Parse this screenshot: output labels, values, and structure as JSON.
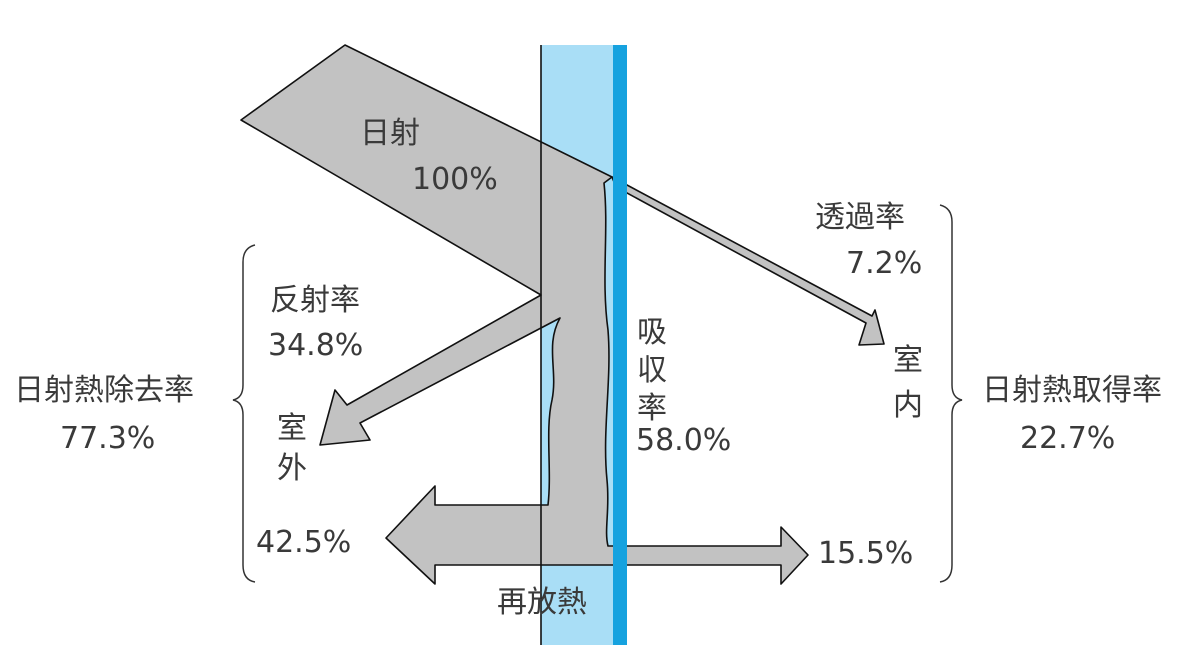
{
  "colors": {
    "glass": "#a9def6",
    "glass_edge": "#16a2df",
    "flow": "#c2c2c2",
    "text": "#3a3a3a"
  },
  "labels": {
    "solar": "日射",
    "solar_pct": "100%",
    "transmittance": "透過率",
    "transmittance_pct": "7.2%",
    "reflectance": "反射率",
    "reflectance_pct": "34.8%",
    "outdoor": [
      "室",
      "外"
    ],
    "absorptance": [
      "吸",
      "収",
      "率"
    ],
    "absorptance_pct": "58.0%",
    "indoor": [
      "室",
      "内"
    ],
    "heat_removal": "日射熱除去率",
    "heat_removal_pct": "77.3%",
    "heat_gain": "日射熱取得率",
    "heat_gain_pct": "22.7%",
    "reradiated_out_pct": "42.5%",
    "reradiated_in_pct": "15.5%",
    "reradiation": "再放熱"
  }
}
